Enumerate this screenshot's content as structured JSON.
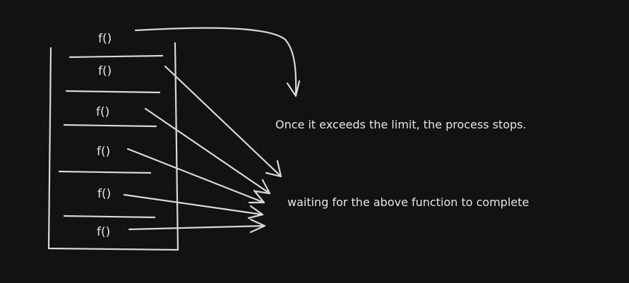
{
  "stack": {
    "frames": [
      {
        "label": "f()"
      },
      {
        "label": "f()"
      },
      {
        "label": "f()"
      },
      {
        "label": "f()"
      },
      {
        "label": "f()"
      },
      {
        "label": "f()"
      }
    ]
  },
  "notes": {
    "limit": "Once it exceeds the limit, the process stops.",
    "waiting": "waiting for the above function to complete"
  },
  "colors": {
    "background": "#121212",
    "stroke": "#d8d8d8",
    "text": "#e6e6e6"
  }
}
